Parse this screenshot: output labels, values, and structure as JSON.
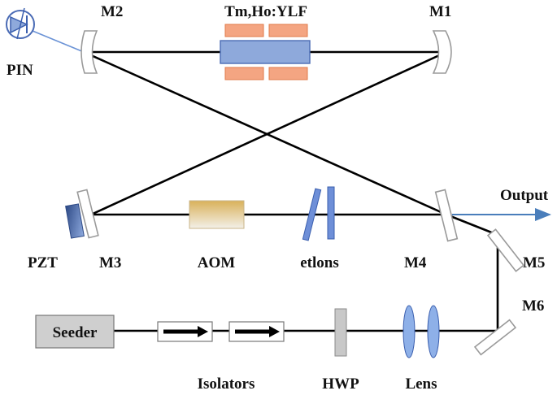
{
  "labels": {
    "m1": "M1",
    "m2": "M2",
    "m3": "M3",
    "m4": "M4",
    "m5": "M5",
    "m6": "M6",
    "crystal": "Tm,Ho:YLF",
    "pin": "PIN",
    "pzt": "PZT",
    "aom": "AOM",
    "etalons": "etlons",
    "output": "Output",
    "seeder": "Seeder",
    "isolators": "Isolators",
    "hwp": "HWP",
    "lens": "Lens"
  },
  "colors": {
    "beam": "#000000",
    "output_beam": "#4a7ebb",
    "pump_pads": "#f4a582",
    "crystal": "#8ea9db",
    "optic_blue": "#6e8fd8",
    "aom_gradient_top": "#d9b15a",
    "aom_gradient_bottom": "#f3f0e8",
    "seeder_fill": "#cfcfcf",
    "hwp_fill": "#c8c8c8",
    "mirror_edge": "#9a9a9a"
  },
  "icons": {
    "pin": "photodiode-icon",
    "isolator": "right-arrow-icon"
  }
}
